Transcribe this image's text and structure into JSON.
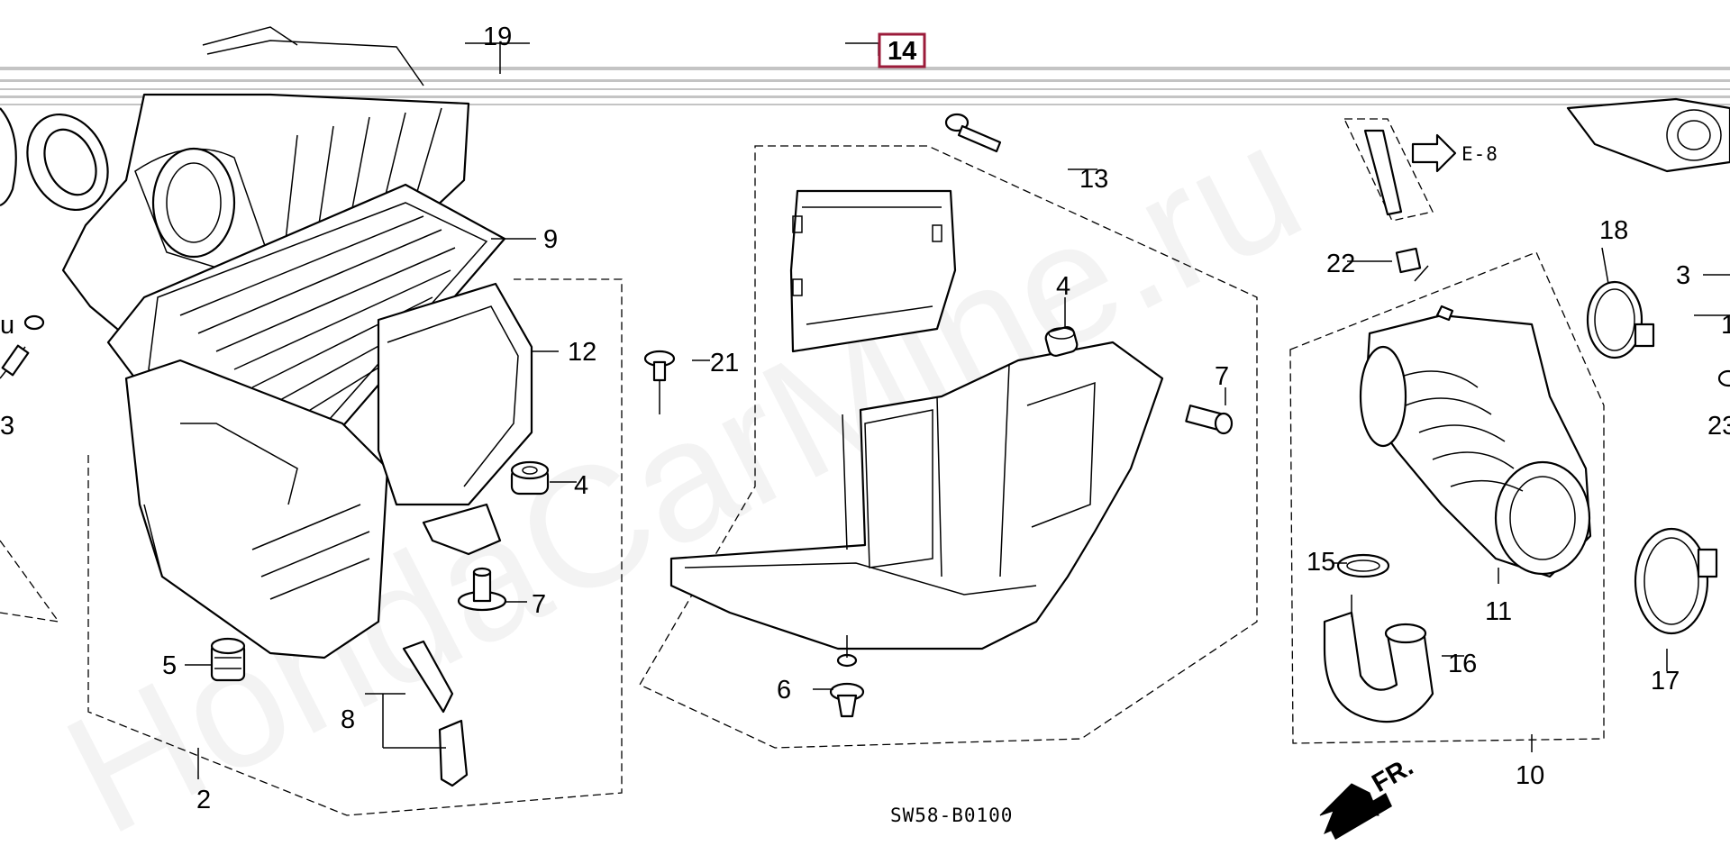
{
  "diagram": {
    "watermark": "HondaCarMine.ru",
    "drawing_code": "SW58-B0100",
    "front_label": "FR.",
    "reference": "E-8",
    "highlight_color": "#9b1b3a",
    "highlighted_part": "14",
    "parts": {
      "p2": "2",
      "p3a": "3",
      "p3b": "3",
      "p4a": "4",
      "p4b": "4",
      "p5": "5",
      "p6": "6",
      "p7a": "7",
      "p7b": "7",
      "p8": "8",
      "p9": "9",
      "p10": "10",
      "p11": "11",
      "p12": "12",
      "p13": "13",
      "p14": "14",
      "p15": "15",
      "p16": "16",
      "p17": "17",
      "p18": "18",
      "p19": "19",
      "p21": "21",
      "p22": "22",
      "p23": "23",
      "p1": "1",
      "pu": "u"
    }
  }
}
